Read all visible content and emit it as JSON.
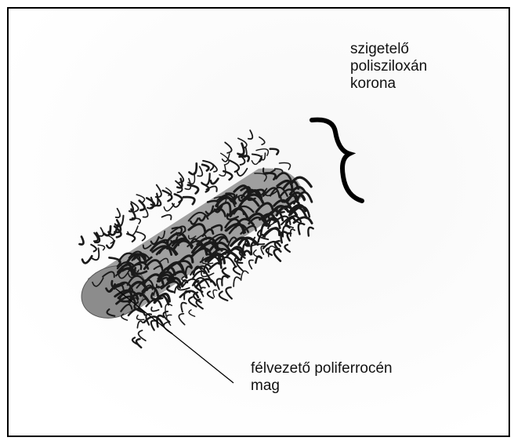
{
  "labels": {
    "shell": [
      "szigetelő",
      "polisziloxán",
      "korona"
    ],
    "core": [
      "félvezető poliferrocén",
      "mag"
    ]
  },
  "colors": {
    "core_fill": "#8f8f8f",
    "strands": "#1a1a1a",
    "frame": "#000000"
  }
}
